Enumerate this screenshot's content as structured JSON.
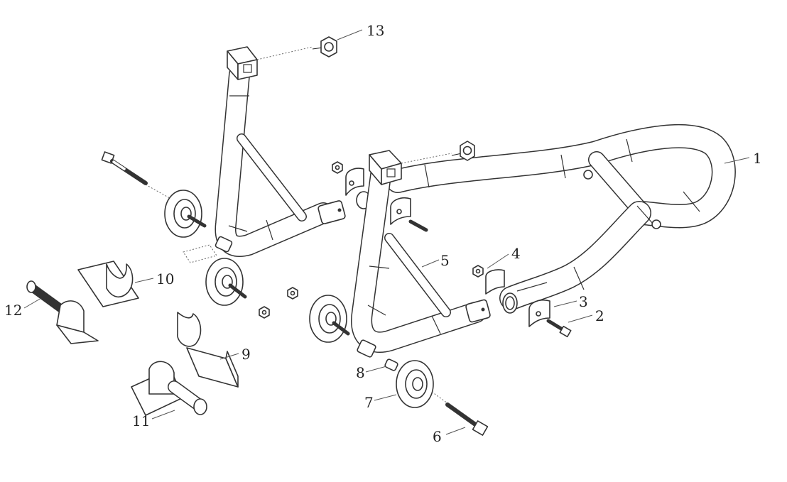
{
  "callouts": {
    "c1": "1",
    "c2": "2",
    "c3": "3",
    "c4": "4",
    "c5": "5",
    "c6": "6",
    "c7": "7",
    "c8": "8",
    "c9": "9",
    "c10": "10",
    "c11": "11",
    "c12": "12",
    "c13": "13"
  },
  "colors": {
    "line": "#333333",
    "background": "#ffffff"
  }
}
